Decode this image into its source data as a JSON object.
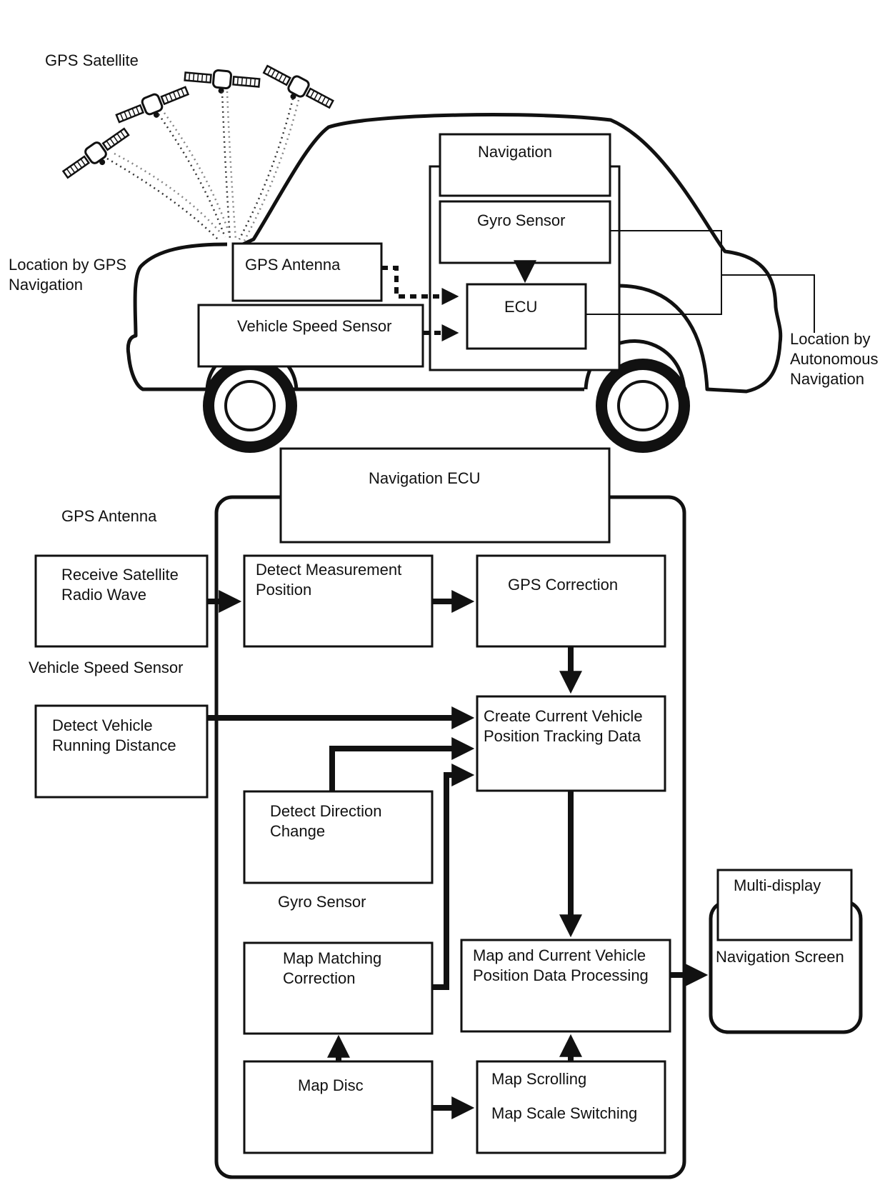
{
  "top": {
    "gps_satellite": "GPS Satellite",
    "location_gps": [
      "Location by GPS",
      "Navigation"
    ],
    "location_autonomous": [
      "Location by",
      "Autonomous",
      "Navigation"
    ],
    "navigation": "Navigation",
    "gyro_sensor": "Gyro Sensor",
    "gps_antenna": "GPS Antenna",
    "ecu": "ECU",
    "vehicle_speed_sensor": "Vehicle Speed Sensor"
  },
  "bottom": {
    "navigation_ecu": "Navigation ECU",
    "gps_antenna": "GPS Antenna",
    "receive_satellite": [
      "Receive Satellite",
      "Radio Wave"
    ],
    "detect_measurement": [
      "Detect Measurement",
      "Position"
    ],
    "gps_correction": "GPS Correction",
    "vehicle_speed_sensor": "Vehicle Speed Sensor",
    "detect_vehicle_distance": [
      "Detect Vehicle",
      "Running Distance"
    ],
    "create_tracking": [
      "Create Current Vehicle",
      "Position Tracking Data"
    ],
    "detect_direction": [
      "Detect Direction",
      "Change"
    ],
    "gyro_sensor": "Gyro Sensor",
    "map_matching": [
      "Map Matching",
      "Correction"
    ],
    "map_processing": [
      "Map and Current Vehicle",
      "Position Data Processing"
    ],
    "map_disc": "Map Disc",
    "map_scrolling": "Map Scrolling",
    "map_scale": "Map Scale Switching",
    "multi_display": "Multi-display",
    "navigation_screen": "Navigation Screen"
  }
}
